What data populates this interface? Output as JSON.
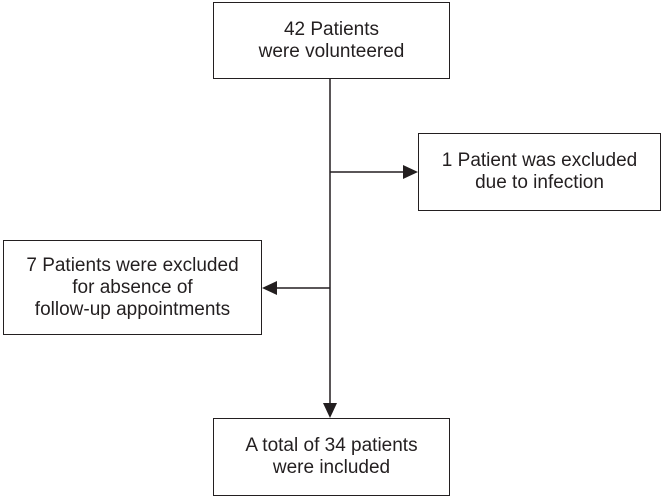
{
  "flowchart": {
    "start": {
      "lines": [
        "42 Patients",
        "were volunteered"
      ]
    },
    "exclusion_1": {
      "lines": [
        "1 Patient was excluded",
        "due to infection"
      ]
    },
    "exclusion_2": {
      "lines": [
        "7 Patients were excluded",
        "for absence of",
        "follow-up appointments"
      ]
    },
    "end": {
      "lines": [
        "A total of 34 patients",
        "were included"
      ]
    }
  },
  "colors": {
    "line": "#231f20",
    "text": "#231f20",
    "background": "#ffffff"
  }
}
